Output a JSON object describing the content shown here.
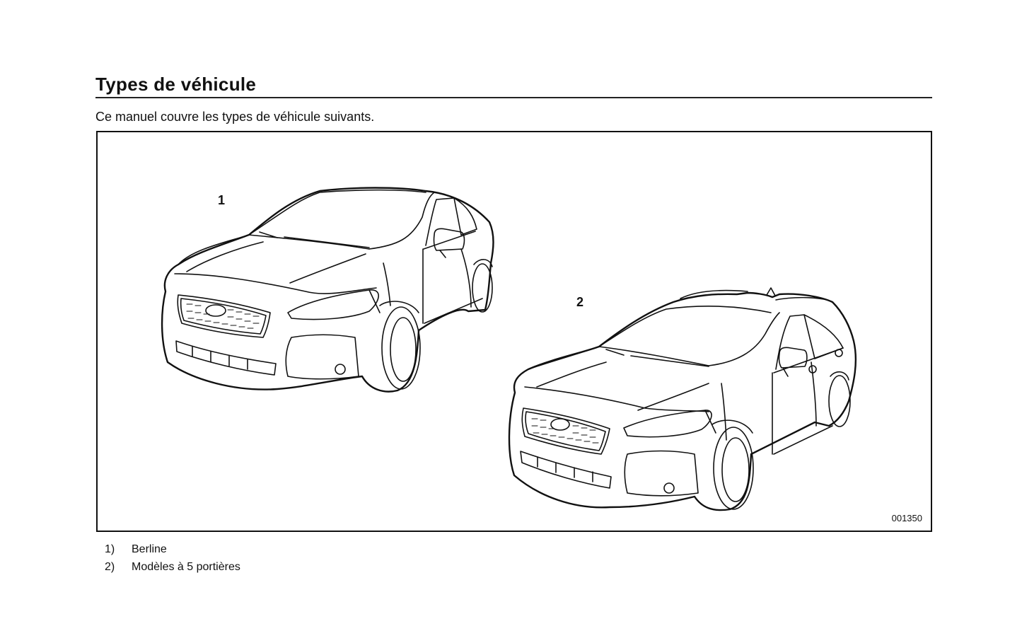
{
  "section": {
    "title": "Types de véhicule",
    "intro": "Ce manuel couvre les types de véhicule suivants."
  },
  "figure": {
    "code": "001350",
    "callouts": [
      {
        "label": "1",
        "vehicle": "sedan-illustration"
      },
      {
        "label": "2",
        "vehicle": "hatchback-illustration"
      }
    ]
  },
  "legend": [
    {
      "num": "1)",
      "label": "Berline"
    },
    {
      "num": "2)",
      "label": "Modèles à 5 portières"
    }
  ]
}
